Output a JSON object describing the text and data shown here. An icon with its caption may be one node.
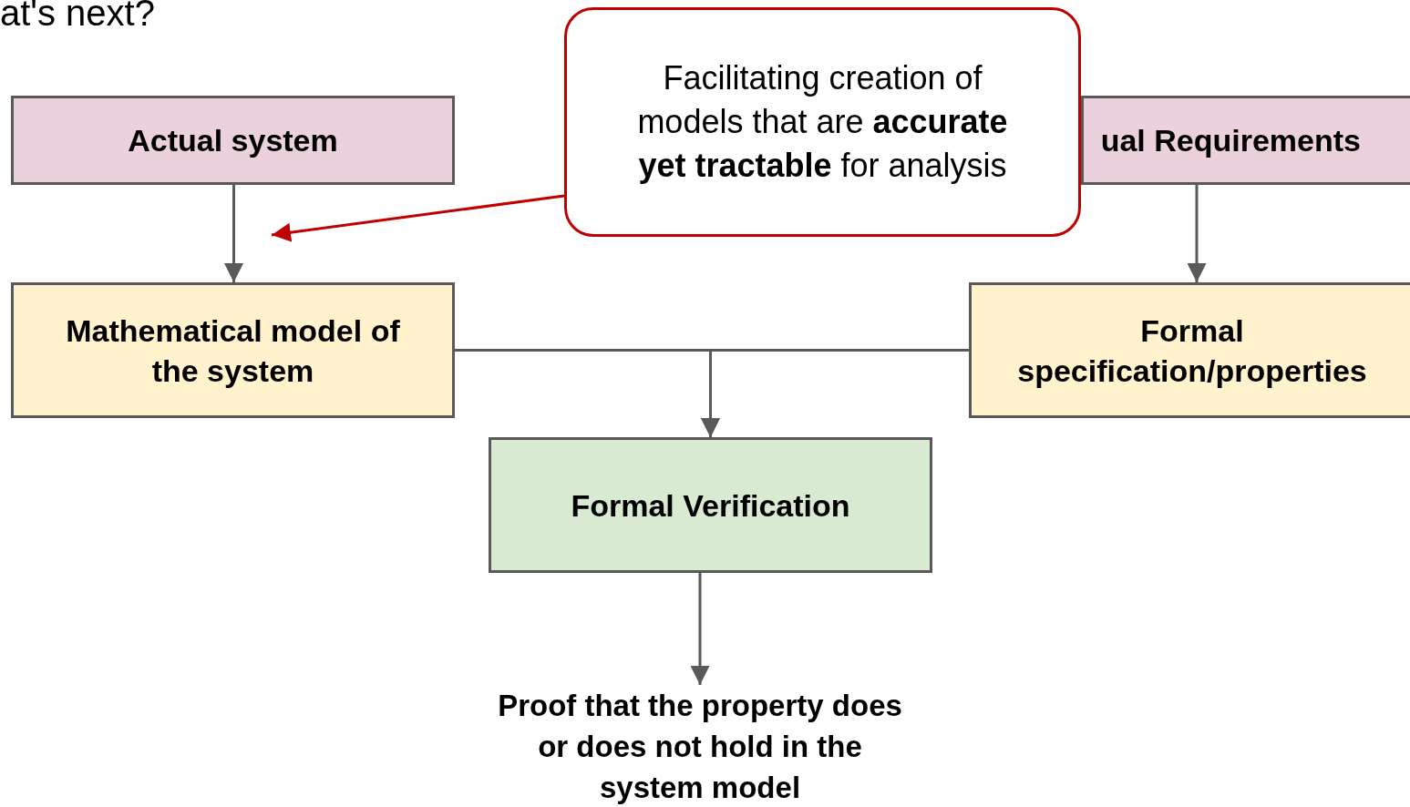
{
  "diagram": {
    "nodes": [
      {
        "text": [
          "Actual system"
        ]
      },
      {
        "text": [
          "ual Requirements"
        ]
      },
      {
        "text": [
          "Facilitating creation of models that are **accurate yet tractable** for analysis"
        ]
      },
      {
        "text": [
          "Mathematical model of the system"
        ]
      },
      {
        "text": [
          "Formal specification/properties"
        ]
      },
      {
        "text": [
          "Formal Verification"
        ]
      },
      {
        "text": [
          "Proof that the property does or does not hold in the system model"
        ]
      }
    ],
    "edges": [
      {
        "from": 0,
        "to": 3,
        "arrow": "to"
      },
      {
        "from": 1,
        "to": 4,
        "arrow": "to"
      },
      {
        "from": 3,
        "to": 5,
        "arrow": "to"
      },
      {
        "from": 4,
        "to": 5,
        "arrow": "to"
      },
      {
        "from": 5,
        "to": 6,
        "arrow": "to"
      },
      {
        "from": 2,
        "to": null,
        "arrow": "to",
        "color": "#c00000"
      }
    ],
    "labels": [
      "at's next?"
    ]
  }
}
